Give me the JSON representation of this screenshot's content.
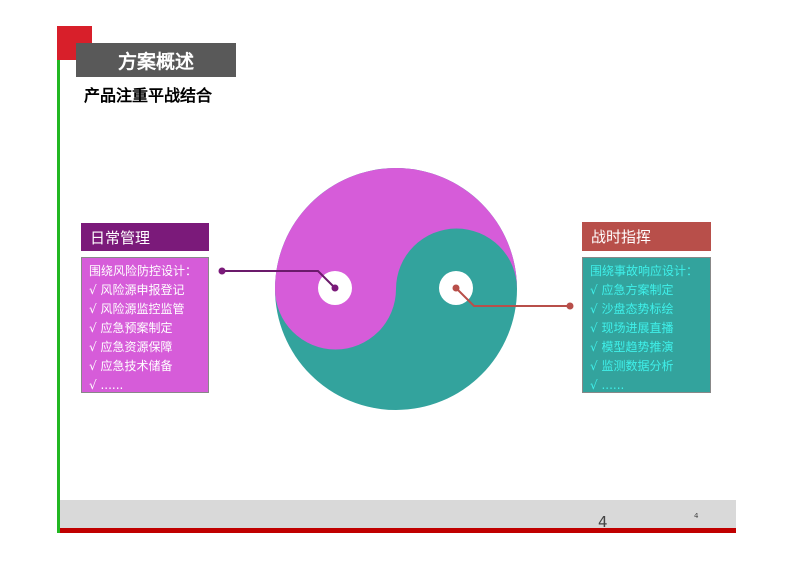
{
  "slide": {
    "title": "方案概述",
    "subtitle": "产品注重平战结合",
    "left_panel": {
      "header": "日常管理",
      "intro": "围绕风险防控设计：",
      "items": [
        "√ 风险源申报登记",
        "√ 风险源监控监管",
        "√ 应急预案制定",
        "√ 应急资源保障",
        "√ 应急技术储备",
        "√ ......"
      ]
    },
    "right_panel": {
      "header": "战时指挥",
      "intro": "围绕事故响应设计：",
      "items": [
        "√ 应急方案制定",
        "√ 沙盘态势标绘",
        "√ 现场进展直播",
        "√ 模型趋势推演",
        "√ 监测数据分析",
        "√ ......"
      ]
    },
    "page_number": "4",
    "page_number_small": "4"
  },
  "colors": {
    "magenta": "#d65cd9",
    "teal": "#33a39d",
    "purple": "#7b1a7a",
    "red": "#b84f4a",
    "accent_red": "#d81f2a",
    "green": "#22b722"
  }
}
